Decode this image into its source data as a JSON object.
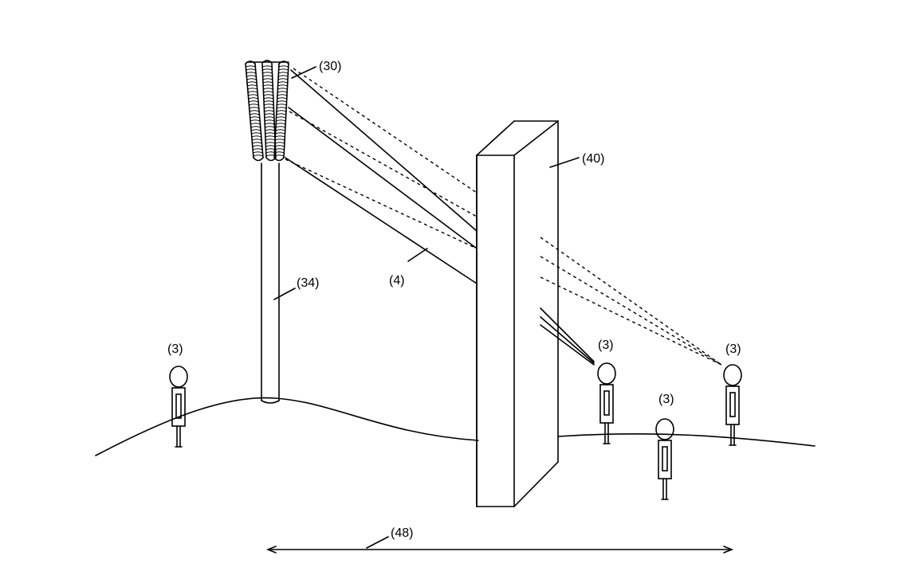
{
  "labels": {
    "antenna_array": "(30)",
    "mast": "(34)",
    "beams": "(4)",
    "obstacle": "(40)",
    "user_left": "(3)",
    "user_mid_1": "(3)",
    "user_mid_2": "(3)",
    "user_right": "(3)",
    "distance": "(48)"
  }
}
